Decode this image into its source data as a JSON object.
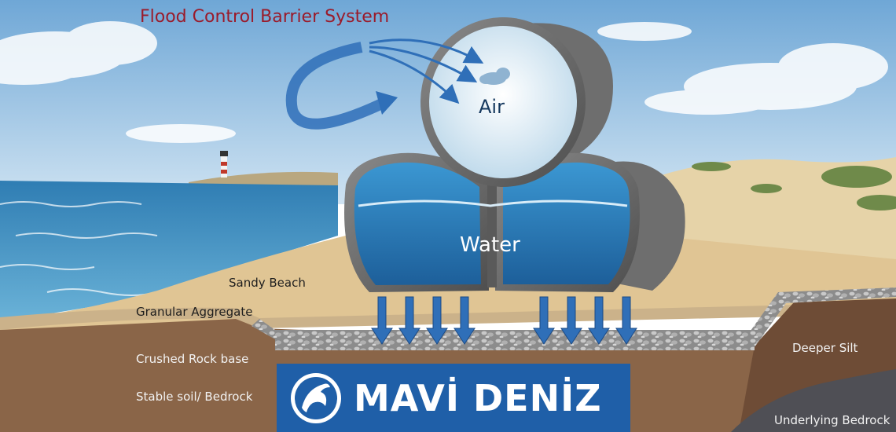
{
  "title": "Flood Control Barrier System",
  "labels": {
    "air": "Air",
    "water": "Water",
    "sandy_beach": "Sandy Beach",
    "granular_aggregate": "Granular Aggregate",
    "crushed_rock_base": "Crushed Rock base",
    "stable_soil": "Stable soil/ Bedrock",
    "deeper_silt": "Deeper Silt",
    "underlying_bedrock": "Underlying Bedrock"
  },
  "brand": {
    "name": "MAVİ DENİZ",
    "logo_icon": "dolphin-icon",
    "color": "#1f5fa8"
  },
  "colors": {
    "title": "#9a1b2b",
    "arrow": "#2f6fb8",
    "tube_shell": "#6a6a6a",
    "water": "#2e86c6",
    "sea": "#3f8fbf",
    "sand": "#e0c594"
  }
}
